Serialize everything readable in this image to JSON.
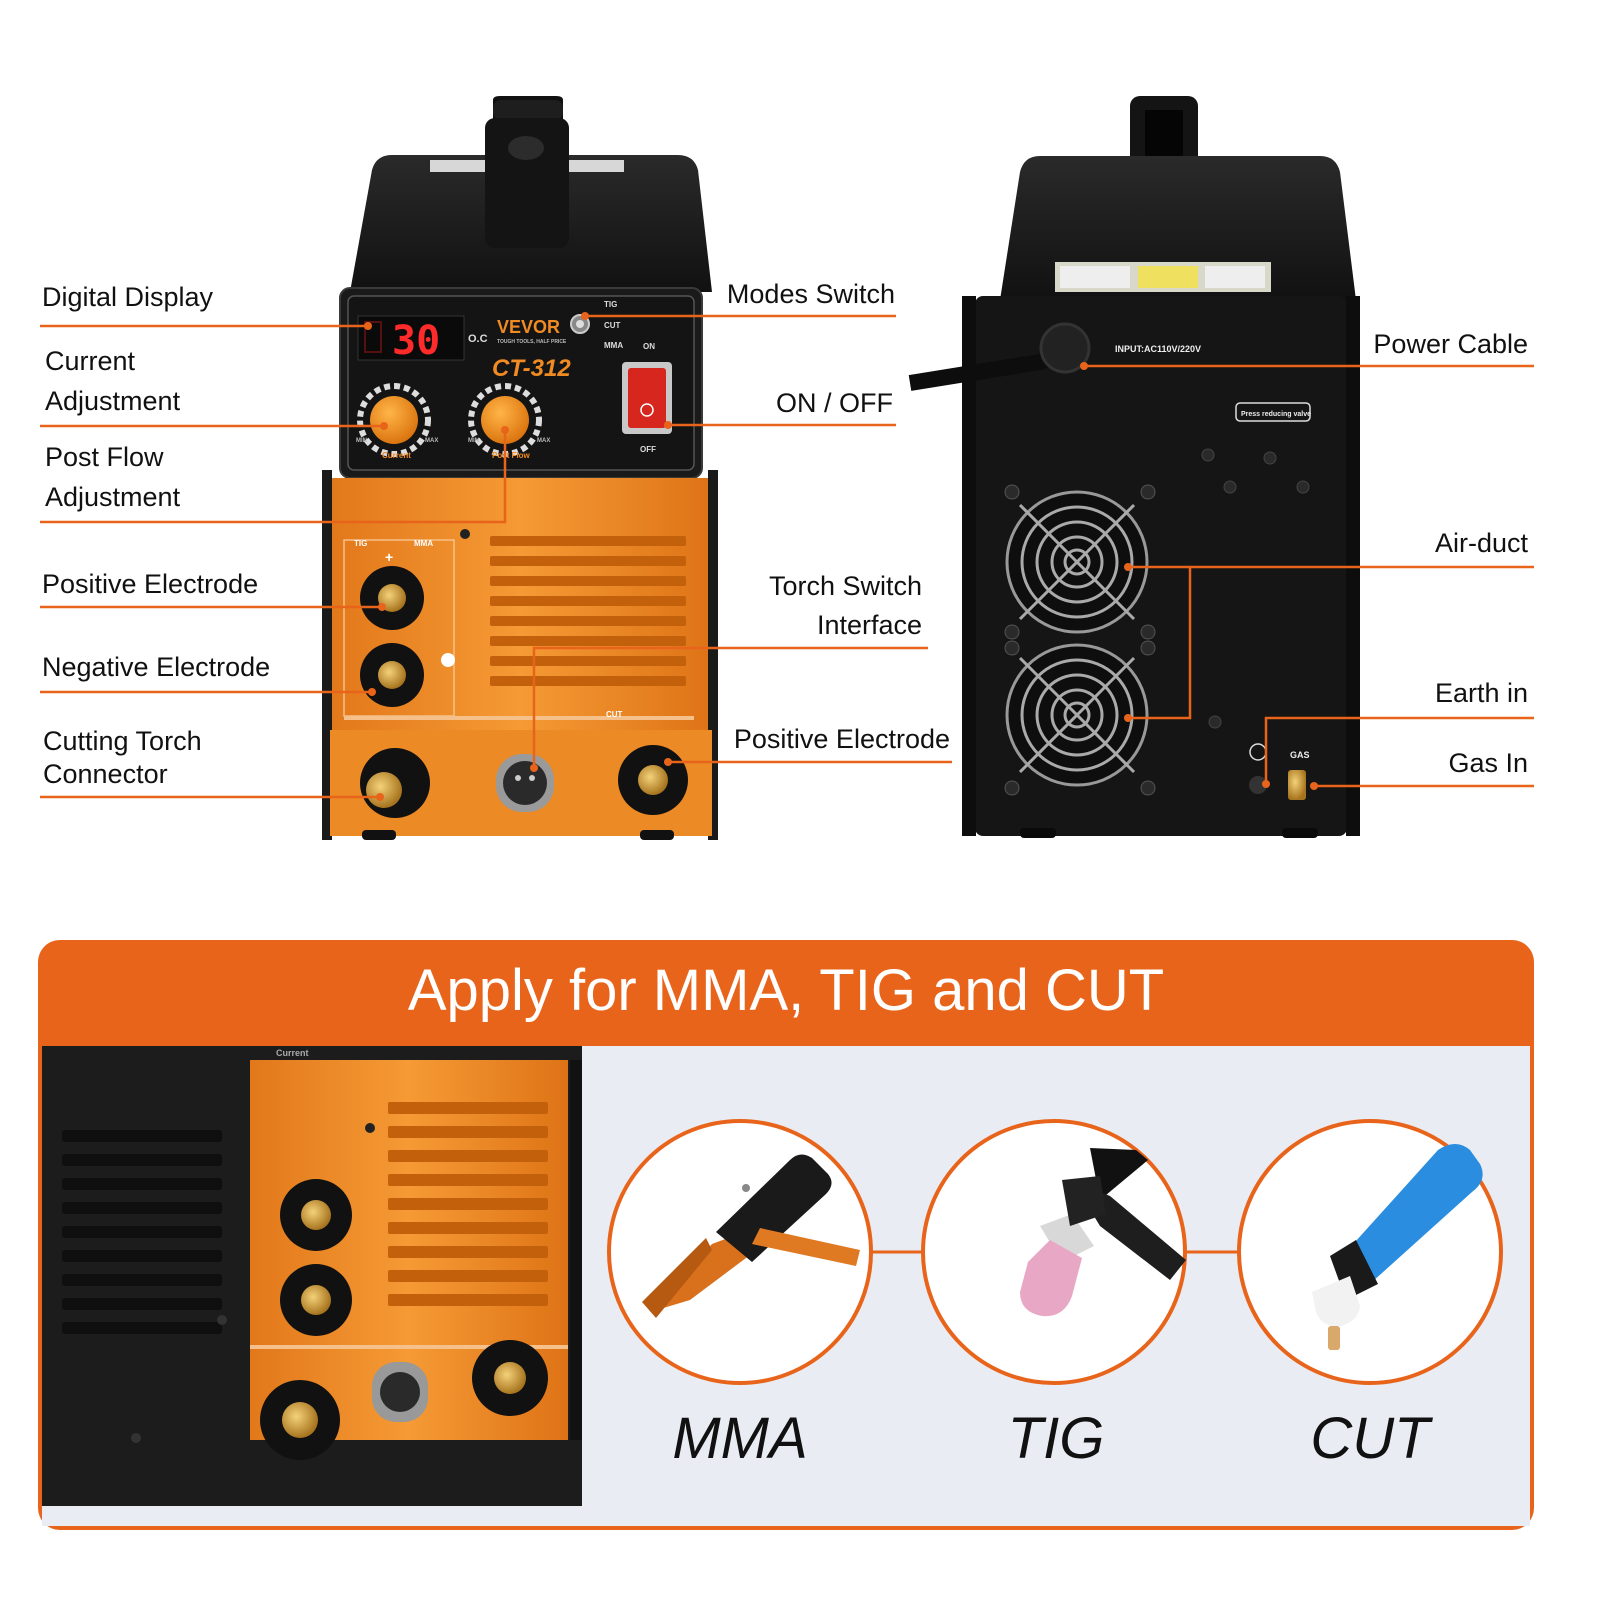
{
  "front_panel": {
    "display_value": "30",
    "display_unit": "O.C",
    "brand": "VEVOR",
    "brand_tagline": "TOUGH TOOLS, HALF PRICE",
    "model": "CT-312",
    "mode_tig": "TIG",
    "mode_cut": "CUT",
    "mode_mma": "MMA",
    "switch_on": "ON",
    "switch_off": "OFF",
    "knob1_label": "Current",
    "knob2_label": "Post Flow",
    "min": "MIN",
    "max": "MAX",
    "strip_tig": "TIG",
    "strip_mma": "MMA",
    "strip_cut": "CUT"
  },
  "rear_panel": {
    "input_label": "INPUT:AC110V/220V",
    "valve_label": "Press reducing valve",
    "gas_label": "GAS"
  },
  "callouts": {
    "digital_display": "Digital Display",
    "current_adjustment_1": "Current",
    "current_adjustment_2": "Adjustment",
    "post_flow_1": "Post Flow",
    "post_flow_2": "Adjustment",
    "positive_electrode_left": "Positive Electrode",
    "negative_electrode": "Negative Electrode",
    "cutting_torch_1": "Cutting Torch",
    "cutting_torch_2": "Connector",
    "modes_switch": "Modes Switch",
    "on_off": "ON / OFF",
    "torch_switch_1": "Torch Switch",
    "torch_switch_2": "Interface",
    "positive_electrode_mid": "Positive Electrode",
    "power_cable": "Power Cable",
    "air_duct": "Air-duct",
    "earth_in": "Earth in",
    "gas_in": "Gas In"
  },
  "banner": {
    "title": "Apply for MMA, TIG and CUT",
    "modes": [
      "MMA",
      "TIG",
      "CUT"
    ],
    "closeup_label": "Current"
  },
  "colors": {
    "accent": "#e8641b",
    "body_orange": "#f08a22",
    "body_black": "#1b1b1b",
    "banner_bg": "#e9edf3"
  },
  "icons": [
    "fan-grille-icon",
    "ground-symbol-icon",
    "electrode-holder-icon",
    "tig-torch-icon",
    "plasma-torch-icon"
  ]
}
